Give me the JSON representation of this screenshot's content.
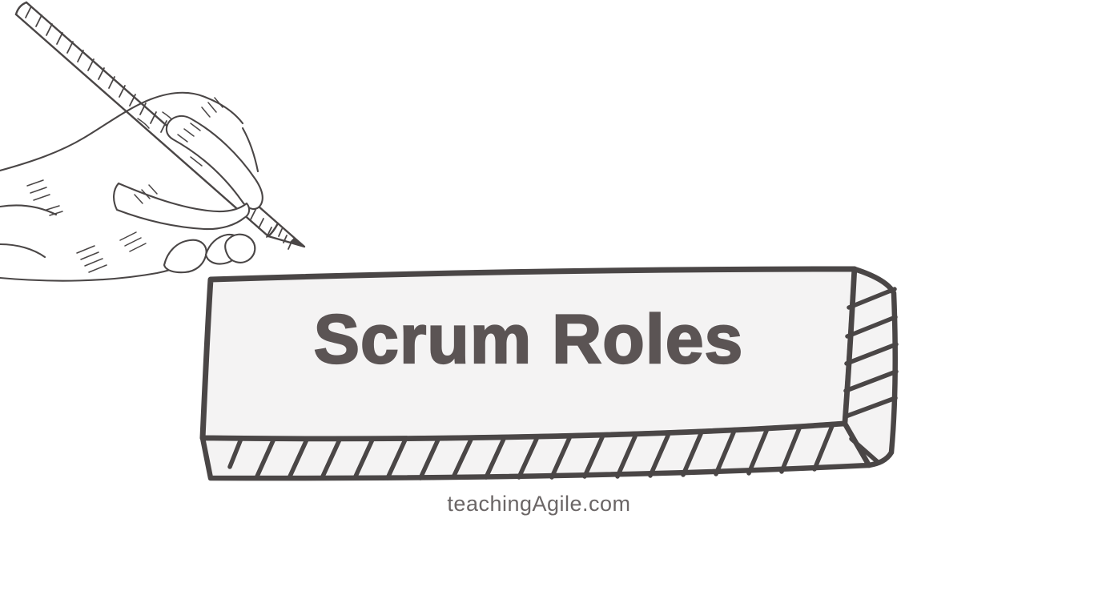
{
  "page": {
    "background_color": "#ffffff"
  },
  "colors": {
    "line_color": "#4a4646",
    "face_color": "#f4f3f3",
    "title_color": "#5b5454",
    "footer_color": "#6b6666"
  },
  "illustration": {
    "description": "hand-drawn sketch of a hand writing with a pencil"
  },
  "banner": {
    "title": "Scrum Roles",
    "style": "hand-drawn 3D eraser-like box with hatched edges"
  },
  "footer": {
    "website": "teachingAgile.com"
  }
}
